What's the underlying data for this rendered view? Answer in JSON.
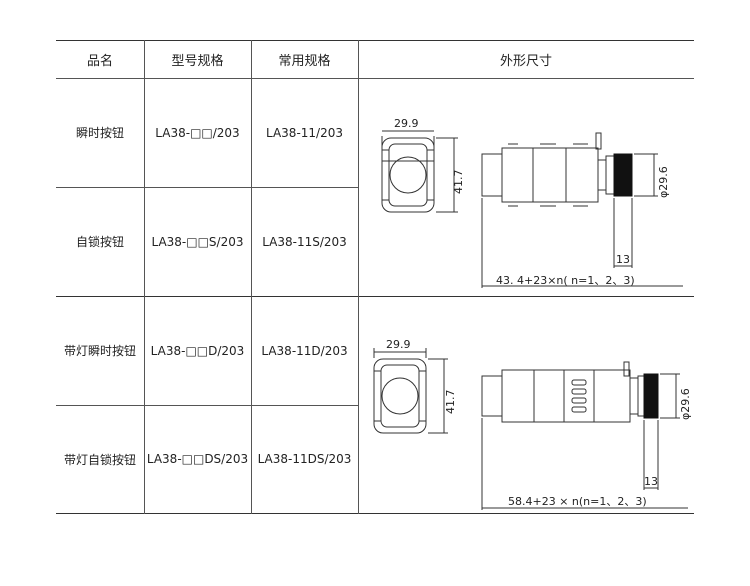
{
  "table": {
    "headers": [
      "品名",
      "型号规格",
      "常用规格",
      "外形尺寸"
    ],
    "rows": [
      {
        "name": "瞬时按钮",
        "model": "LA38-□□/203",
        "common": "LA38-11/203"
      },
      {
        "name": "自锁按钮",
        "model": "LA38-□□S/203",
        "common": "LA38-11S/203"
      },
      {
        "name": "带灯瞬时按钮",
        "model": "LA38-□□D/203",
        "common": "LA38-11D/203"
      },
      {
        "name": "带灯自锁按钮",
        "model": "LA38-□□DS/203",
        "common": "LA38-11DS/203"
      }
    ]
  },
  "drawings": [
    {
      "width": "29.9",
      "height": "41.7",
      "diameter": "φ29.6",
      "offset": "13",
      "length": "43. 4+23×n( n=1、2、3)"
    },
    {
      "width": "29.9",
      "height": "41.7",
      "diameter": "φ29.6",
      "offset": "13",
      "length": "58.4+23 × n(n=1、2、3)"
    }
  ]
}
